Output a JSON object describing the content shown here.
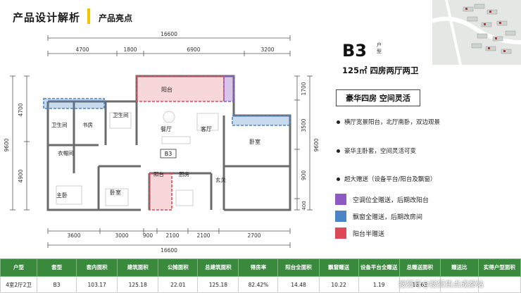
{
  "header": {
    "title": "产品设计解析",
    "subtitle": "产品亮点"
  },
  "colors": {
    "accent": "#f2c300",
    "green": "#3a8a3e",
    "purple": "#8d5ac2",
    "blue": "#4a86c6",
    "red": "#e0485a"
  },
  "unit": {
    "code": "B3",
    "suffix": "户型",
    "description": "125㎡ 四房两厅两卫",
    "feature_box": "豪华四房  空间灵活",
    "plan_label": "B3"
  },
  "bullets": [
    "横厅宽景阳台，北厅南卧，双边观景",
    "豪华主卧套，空间灵活可变",
    "超大赠送（设备平台/阳台及飘窗）"
  ],
  "legend": [
    {
      "label": "空调位全赠送，后期改阳台",
      "color": "#8d5ac2"
    },
    {
      "label": "飘窗全赠送，后期改房间",
      "color": "#4a86c6"
    },
    {
      "label": "阳台半赠送",
      "color": "#e0485a"
    }
  ],
  "plan": {
    "top_total": "16600",
    "top_dims": [
      "4700",
      "1800",
      "6900",
      "3200"
    ],
    "bottom_dims": [
      "3600",
      "3000",
      "900",
      "2100",
      "2100",
      "2700"
    ],
    "bottom_total": "16600",
    "left_total": "9600",
    "left_dims": [
      "4700",
      "4900"
    ],
    "right_total": "9600",
    "right_dims": [
      "1700",
      "3500",
      "900",
      "400"
    ],
    "rooms": {
      "balcony_top": "阳台",
      "wc1": "卫生间",
      "study": "书房",
      "wc2": "卫生间",
      "dining": "餐厅",
      "living": "客厅",
      "bedroom_right": "卧室",
      "closet": "衣帽间",
      "master": "主卧",
      "bedroom_bottom": "卧室",
      "balcony_small": "阳台",
      "kitchen": "厨房",
      "entry": "玄关"
    }
  },
  "table": {
    "headers": [
      "户型",
      "套型",
      "套内面积",
      "建筑面积",
      "公摊面积",
      "总建筑面积",
      "得房率",
      "阳台全面积",
      "飘窗赠送",
      "设备平台全赠送",
      "总赠送面积",
      "赠送比",
      "实得户型面积"
    ],
    "rows": [
      [
        "4室2厅2卫",
        "B3",
        "103.17",
        "125.18",
        "22.01",
        "125.18",
        "82.42%",
        "14.48",
        "10.22",
        "1.19",
        "18.63",
        "",
        ""
      ]
    ]
  },
  "watermark": "搜狐号@搜狐焦点成都站"
}
